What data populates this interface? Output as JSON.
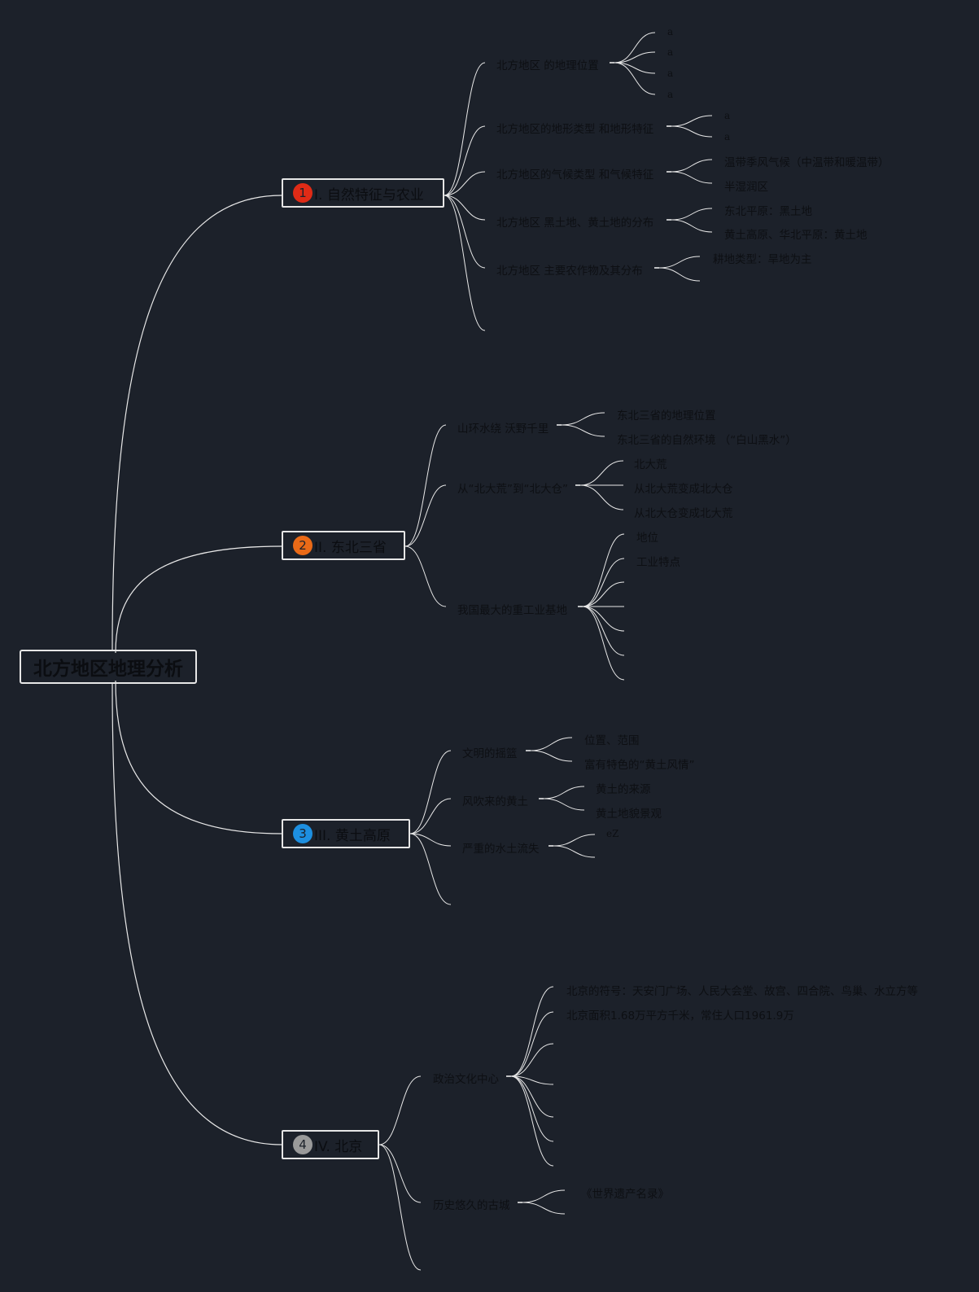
{
  "root": {
    "title": "北方地区地理分析"
  },
  "sections": [
    {
      "label": "I. 自然特征与农业",
      "badge": "1",
      "badge_color": "#e02b16",
      "topics": [
        {
          "label": "北方地区 的地理位置",
          "children": [
            "a",
            "a",
            "a",
            "a"
          ]
        },
        {
          "label": "北方地区的地形类型 和地形特征",
          "children": [
            "a",
            "a"
          ]
        },
        {
          "label": "北方地区的气候类型 和气候特征",
          "children": [
            "温带季风气候（中温带和暖温带）",
            "半湿润区"
          ]
        },
        {
          "label": "北方地区 黑土地、黄土地的分布",
          "children": [
            "东北平原：黑土地",
            "黄土高原、华北平原：黄土地"
          ]
        },
        {
          "label": "北方地区 主要农作物及其分布",
          "children": [
            "耕地类型：旱地为主"
          ]
        }
      ]
    },
    {
      "label": "II. 东北三省",
      "badge": "2",
      "badge_color": "#ea6a17",
      "topics": [
        {
          "label": "山环水绕 沃野千里",
          "children": [
            "东北三省的地理位置",
            "东北三省的自然环境 （“白山黑水”）"
          ]
        },
        {
          "label": "从“北大荒”到“北大仓”",
          "children": [
            "北大荒",
            "从北大荒变成北大仓",
            "从北大仓变成北大荒"
          ]
        },
        {
          "label": "我国最大的重工业基地",
          "children": [
            "地位",
            "工业特点"
          ]
        }
      ]
    },
    {
      "label": "III. 黄土高原",
      "badge": "3",
      "badge_color": "#1d8fe0",
      "topics": [
        {
          "label": "文明的摇篮",
          "children": [
            "位置、范围",
            "富有特色的“黄土风情”"
          ]
        },
        {
          "label": "风吹来的黄土",
          "children": [
            "黄土的来源",
            "黄土地貌景观"
          ]
        },
        {
          "label": "严重的水土流失",
          "children": [
            "eZ"
          ]
        }
      ]
    },
    {
      "label": "IV. 北京",
      "badge": "4",
      "badge_color": "#9a9a9a",
      "topics": [
        {
          "label": "政治文化中心",
          "children": [
            "北京的符号：天安门广场、人民大会堂、故宫、四合院、鸟巢、水立方等",
            "北京面积1.68万平方千米，常住人口1961.9万"
          ]
        },
        {
          "label": "历史悠久的古城",
          "children": [
            "《世界遗产名录》"
          ]
        }
      ]
    }
  ]
}
